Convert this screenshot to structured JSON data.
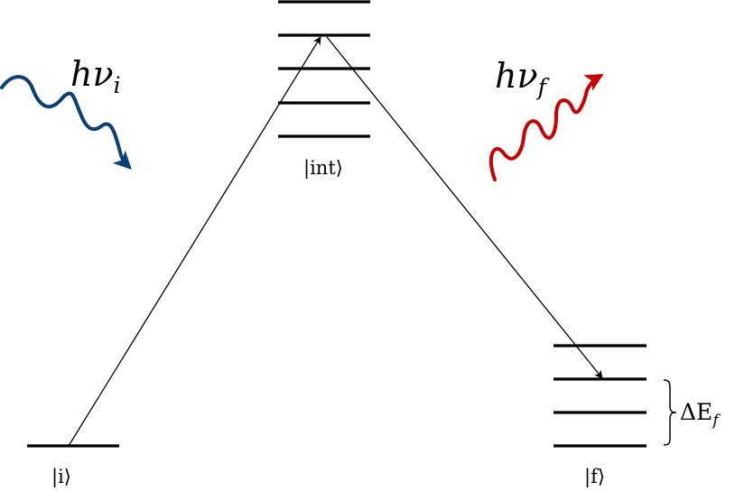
{
  "levels": {
    "initial": {
      "label": "|i⟩"
    },
    "intermediate": {
      "label": "|int⟩",
      "count": 5
    },
    "final": {
      "label": "|f⟩",
      "count": 4
    }
  },
  "photons": {
    "incoming": {
      "label_base": "hν",
      "label_sub": "i",
      "color": "#0b3f78"
    },
    "outgoing": {
      "label_base": "hν",
      "label_sub": "f",
      "color": "#cc0000"
    }
  },
  "brace": {
    "label_base": "ΔE",
    "label_sub": "f"
  },
  "colors": {
    "line": "#000000"
  }
}
